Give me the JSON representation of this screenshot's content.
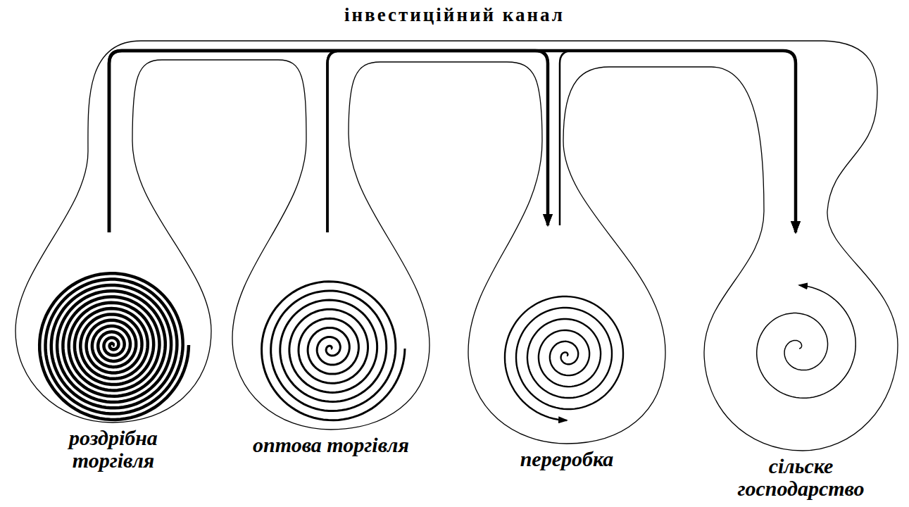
{
  "diagram": {
    "title": "інвестиційний канал",
    "nodes": [
      {
        "text": [
          "роздрібна торгівля"
        ]
      },
      {
        "text": [
          "оптова торгівля"
        ]
      },
      {
        "text": [
          "переробка"
        ]
      },
      {
        "text": [
          "сільске господарство"
        ]
      }
    ],
    "edges": [
      {
        "from": 0,
        "to": 2,
        "arrow": "to"
      },
      {
        "from": 0,
        "to": 3,
        "arrow": "to"
      },
      {
        "from": 1,
        "to": 2,
        "arrow": "to"
      },
      {
        "from": 1,
        "to": 3,
        "arrow": "to"
      },
      {
        "from": 2,
        "to": 3,
        "arrow": "to"
      }
    ]
  }
}
